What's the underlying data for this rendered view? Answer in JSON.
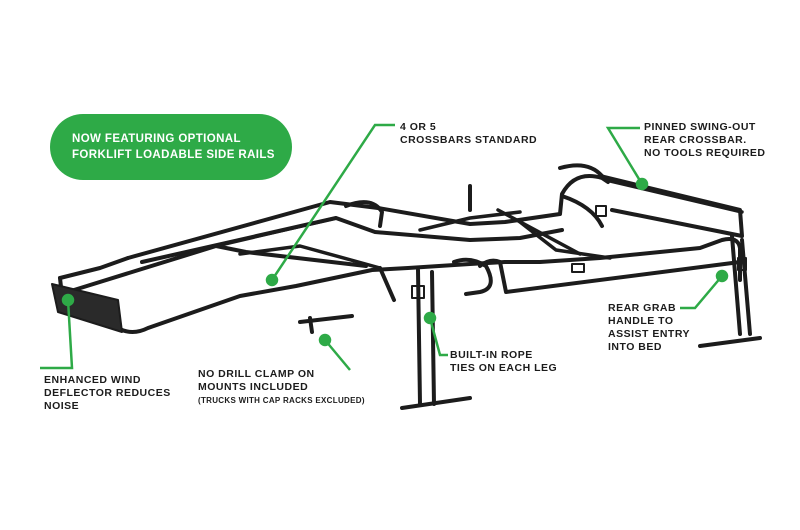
{
  "colors": {
    "accent": "#2eaa47",
    "rack": "#1c1c1c",
    "text": "#1c1c1c",
    "background": "#ffffff"
  },
  "badge": {
    "line1": "NOW FEATURING OPTIONAL",
    "line2": "FORKLIFT LOADABLE SIDE RAILS"
  },
  "callouts": {
    "crossbars": {
      "line1": "4 OR 5",
      "line2": "CROSSBARS STANDARD"
    },
    "swing_out": {
      "line1": "PINNED SWING-OUT",
      "line2": "REAR CROSSBAR.",
      "line3": "NO TOOLS REQUIRED"
    },
    "grab_handle": {
      "line1": "REAR GRAB",
      "line2": "HANDLE TO",
      "line3": "ASSIST ENTRY",
      "line4": "INTO BED"
    },
    "rope_ties": {
      "line1": "BUILT-IN ROPE",
      "line2": "TIES ON EACH LEG"
    },
    "clamp": {
      "line1": "NO DRILL CLAMP ON",
      "line2": "MOUNTS INCLUDED",
      "line3": "(TRUCKS WITH CAP RACKS EXCLUDED)"
    },
    "wind_deflector": {
      "line1": "ENHANCED WIND",
      "line2": "DEFLECTOR REDUCES",
      "line3": "NOISE"
    }
  }
}
